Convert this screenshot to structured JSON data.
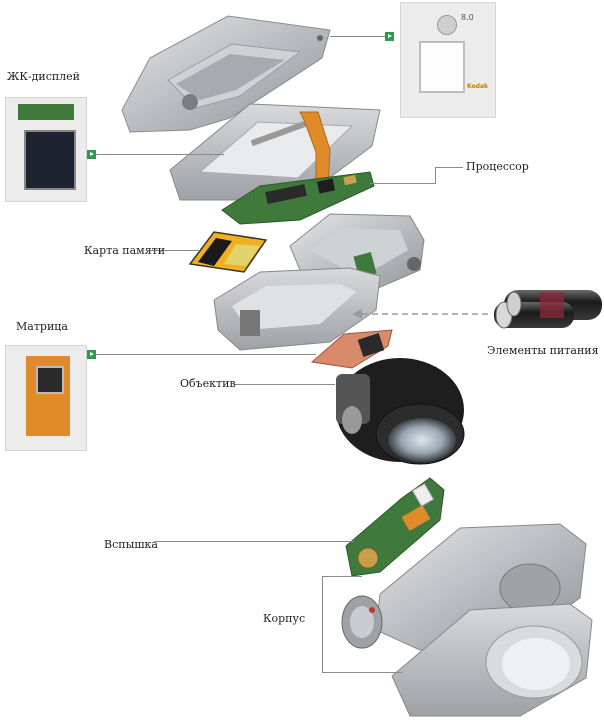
{
  "labels": {
    "lcd": "ЖК-дисплей",
    "processor": "Процессор",
    "memory_card": "Карта памяти",
    "matrix": "Матрица",
    "batteries": "Элементы питания",
    "lens": "Объектив",
    "flash": "Вспышка",
    "body": "Корпус"
  },
  "camera_back": {
    "megapixels": "8.0",
    "brand": "Kodak"
  },
  "colors": {
    "connector_arrow": "#2e9b4a",
    "leader_line": "#8a8a8a",
    "flex_cable": "#e08a2a",
    "pcb_green": "#3f7a3c",
    "metal": "#b9bcc0",
    "lens_black": "#1e1e1e"
  }
}
